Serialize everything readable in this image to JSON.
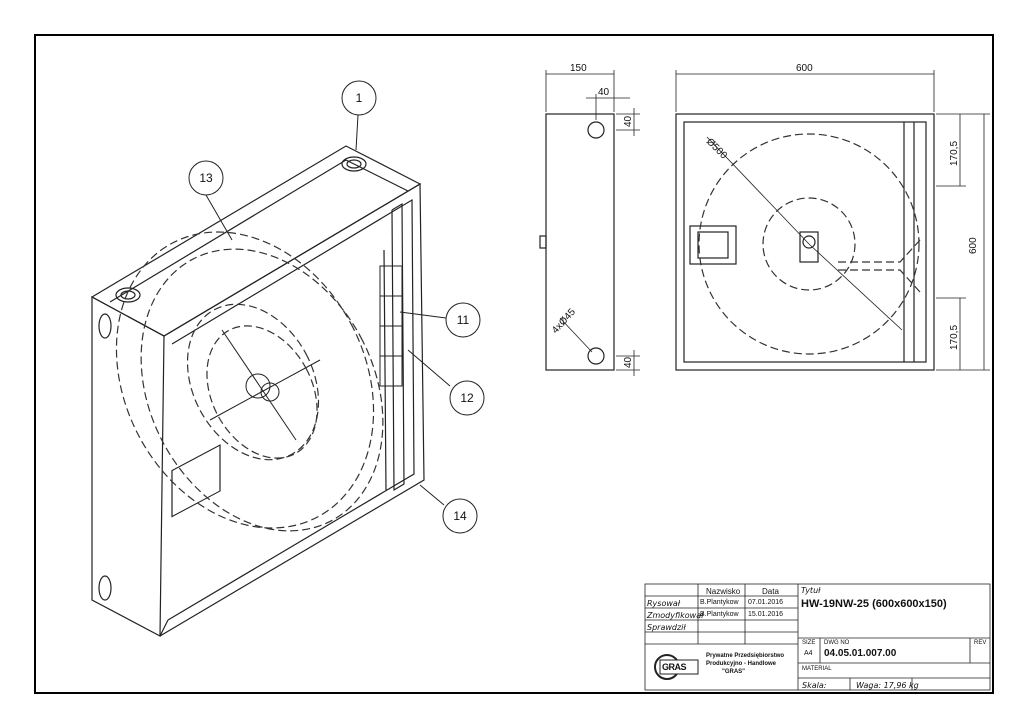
{
  "drawing": {
    "callouts": {
      "c1": "1",
      "c13": "13",
      "c11": "11",
      "c12": "12",
      "c14": "14"
    },
    "side_view": {
      "dim_width": "150",
      "dim_offset": "40",
      "dim_top": "40",
      "dim_bottom": "40",
      "hole_note": "4xØ45"
    },
    "front_view": {
      "dim_width": "600",
      "dim_height": "600",
      "dim_upper": "170,5",
      "dim_lower": "170,5",
      "reel_diameter": "Ø500"
    }
  },
  "title_block": {
    "col_name": "Nazwisko",
    "col_date": "Data",
    "rows": [
      {
        "role": "Rysował",
        "name": "B.Plantykow",
        "date": "07.01.2016"
      },
      {
        "role": "Zmodyfikował",
        "name": "B.Plantykow",
        "date": "15.01.2016"
      },
      {
        "role": "Sprawdził",
        "name": "",
        "date": ""
      }
    ],
    "title_label": "Tytuł",
    "title": "HW-19NW-25 (600x600x150)",
    "size_label": "SIZE",
    "size": "A4",
    "dwg_label": "DWG NO",
    "dwg_no": "04.05.01.007.00",
    "rev_label": "REV",
    "material_label": "MATERIAL",
    "scale_label": "Skala:",
    "weight_label": "Waga: 17,96 kg",
    "company_line1": "Prywatne Przedsiębiorstwo",
    "company_line2": "Produkcyjno - Handlowe",
    "company_line3": "\"GRAS\"",
    "logo_text": "GRAS"
  }
}
